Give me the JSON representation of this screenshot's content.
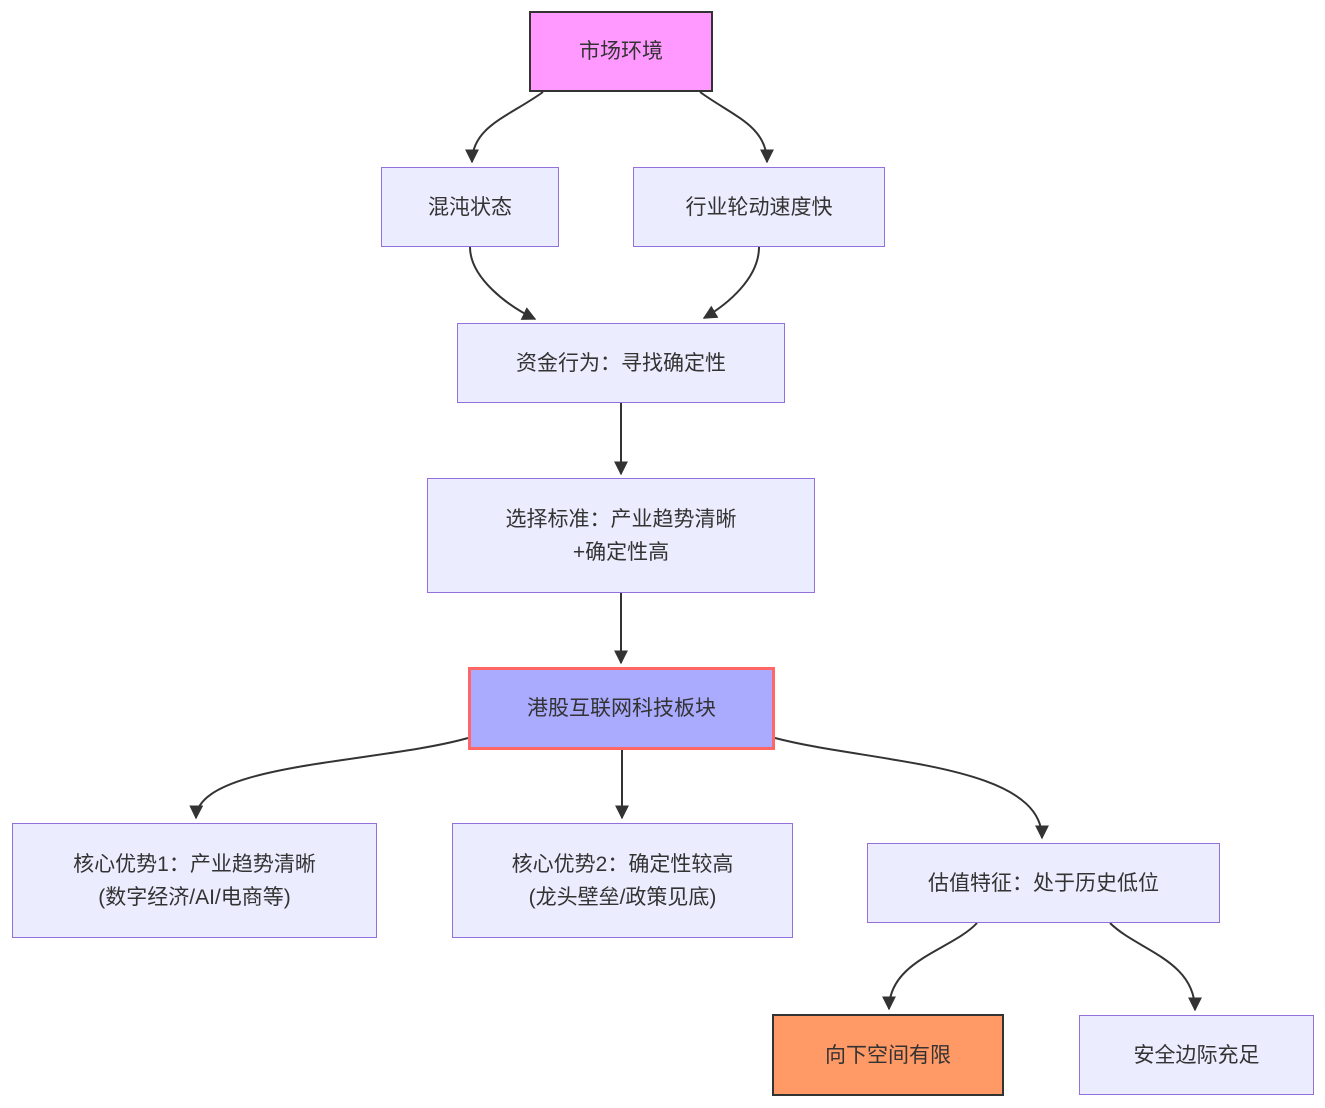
{
  "diagram": {
    "title": "",
    "nodes": {
      "market": {
        "label": "市场环境"
      },
      "chaos": {
        "label": "混沌状态"
      },
      "rotation": {
        "label": "行业轮动速度快"
      },
      "funds": {
        "label": "资金行为：寻找确定性"
      },
      "criteria": {
        "line1": "选择标准：产业趋势清晰",
        "line2": "+确定性高"
      },
      "hk": {
        "label": "港股互联网科技板块"
      },
      "adv1": {
        "line1": "核心优势1：产业趋势清晰",
        "line2": "(数字经济/AI/电商等)"
      },
      "adv2": {
        "line1": "核心优势2：确定性较高",
        "line2": "(龙头壁垒/政策见底)"
      },
      "valuation": {
        "label": "估值特征：处于历史低位"
      },
      "downside": {
        "label": "向下空间有限"
      },
      "safety": {
        "label": "安全边际充足"
      }
    },
    "edges": [
      {
        "from": "market",
        "to": "chaos"
      },
      {
        "from": "market",
        "to": "rotation"
      },
      {
        "from": "chaos",
        "to": "funds"
      },
      {
        "from": "rotation",
        "to": "funds"
      },
      {
        "from": "funds",
        "to": "criteria"
      },
      {
        "from": "criteria",
        "to": "hk"
      },
      {
        "from": "hk",
        "to": "adv1"
      },
      {
        "from": "hk",
        "to": "adv2"
      },
      {
        "from": "hk",
        "to": "valuation"
      },
      {
        "from": "valuation",
        "to": "downside"
      },
      {
        "from": "valuation",
        "to": "safety"
      }
    ],
    "colors": {
      "background": "#ffffff",
      "node_fill": "#ECECFF",
      "node_border": "#9370DB",
      "text": "#333333",
      "edge": "#333333",
      "market_fill": "#ff99ff",
      "market_border": "#333333",
      "highlight_fill": "#aaaaff",
      "highlight_border": "#ff6666",
      "downside_fill": "#ff9966",
      "downside_border": "#333333"
    }
  }
}
